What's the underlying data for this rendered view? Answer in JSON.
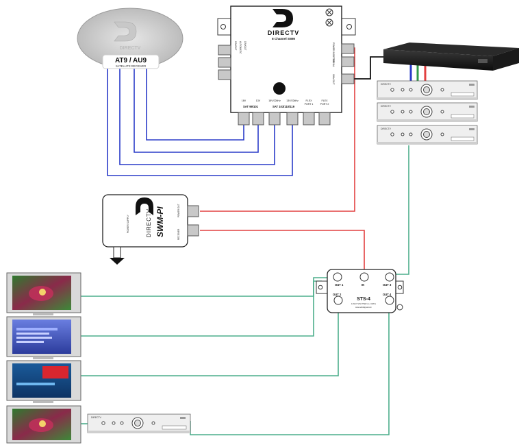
{
  "dish": {
    "logo_text": "DIRECTV",
    "model": "AT9 / AU9",
    "subtitle": "SATELLITE RECEIVER"
  },
  "swm_box": {
    "brand": "DIRECTV",
    "name": "8 Channel SWM",
    "left_ports": [
      "13V/OUT",
      "AUTOMATIC",
      "13V/OUT"
    ],
    "right_ports": [
      "POWER INSERTER",
      "SIGNAL",
      "SWM OUT"
    ],
    "bottom_labels": [
      {
        "top": "18V",
        "bottom": "SAT 99/101"
      },
      {
        "top": "13V",
        "bottom": ""
      },
      {
        "top": "18V/22kHz",
        "bottom": "SAT 103/110/119"
      },
      {
        "top": "13V/22kHz",
        "bottom": ""
      },
      {
        "top": "FLEX",
        "bottom": "PORT 1"
      },
      {
        "top": "FLEX",
        "bottom": "PORT 2"
      }
    ],
    "group_labels": [
      "SAT 99/101",
      "SAT 103/110/119"
    ]
  },
  "power_inserter": {
    "brand": "DIRECTV",
    "name": "SWM-PI",
    "ports": [
      "POWER OUT",
      "RECEIVER"
    ],
    "vertical_label": "POWER SUPPLY"
  },
  "splitter": {
    "name": "STS-4",
    "desc": "4-WAY SPLITTER (1-4 WAY)",
    "url": "www.solidsignal.com",
    "ports": [
      "OUT 1",
      "IN",
      "OUT 3",
      "OUT 2",
      "OUT 4"
    ]
  },
  "receiver_label": "DIRECTV",
  "colors": {
    "blue_cable": "#2a3bc8",
    "red_cable": "#e24040",
    "green_cable": "#4cae8c",
    "black_cable": "#111111",
    "device_gray": "#d8d8d8",
    "device_outline": "#555555"
  }
}
